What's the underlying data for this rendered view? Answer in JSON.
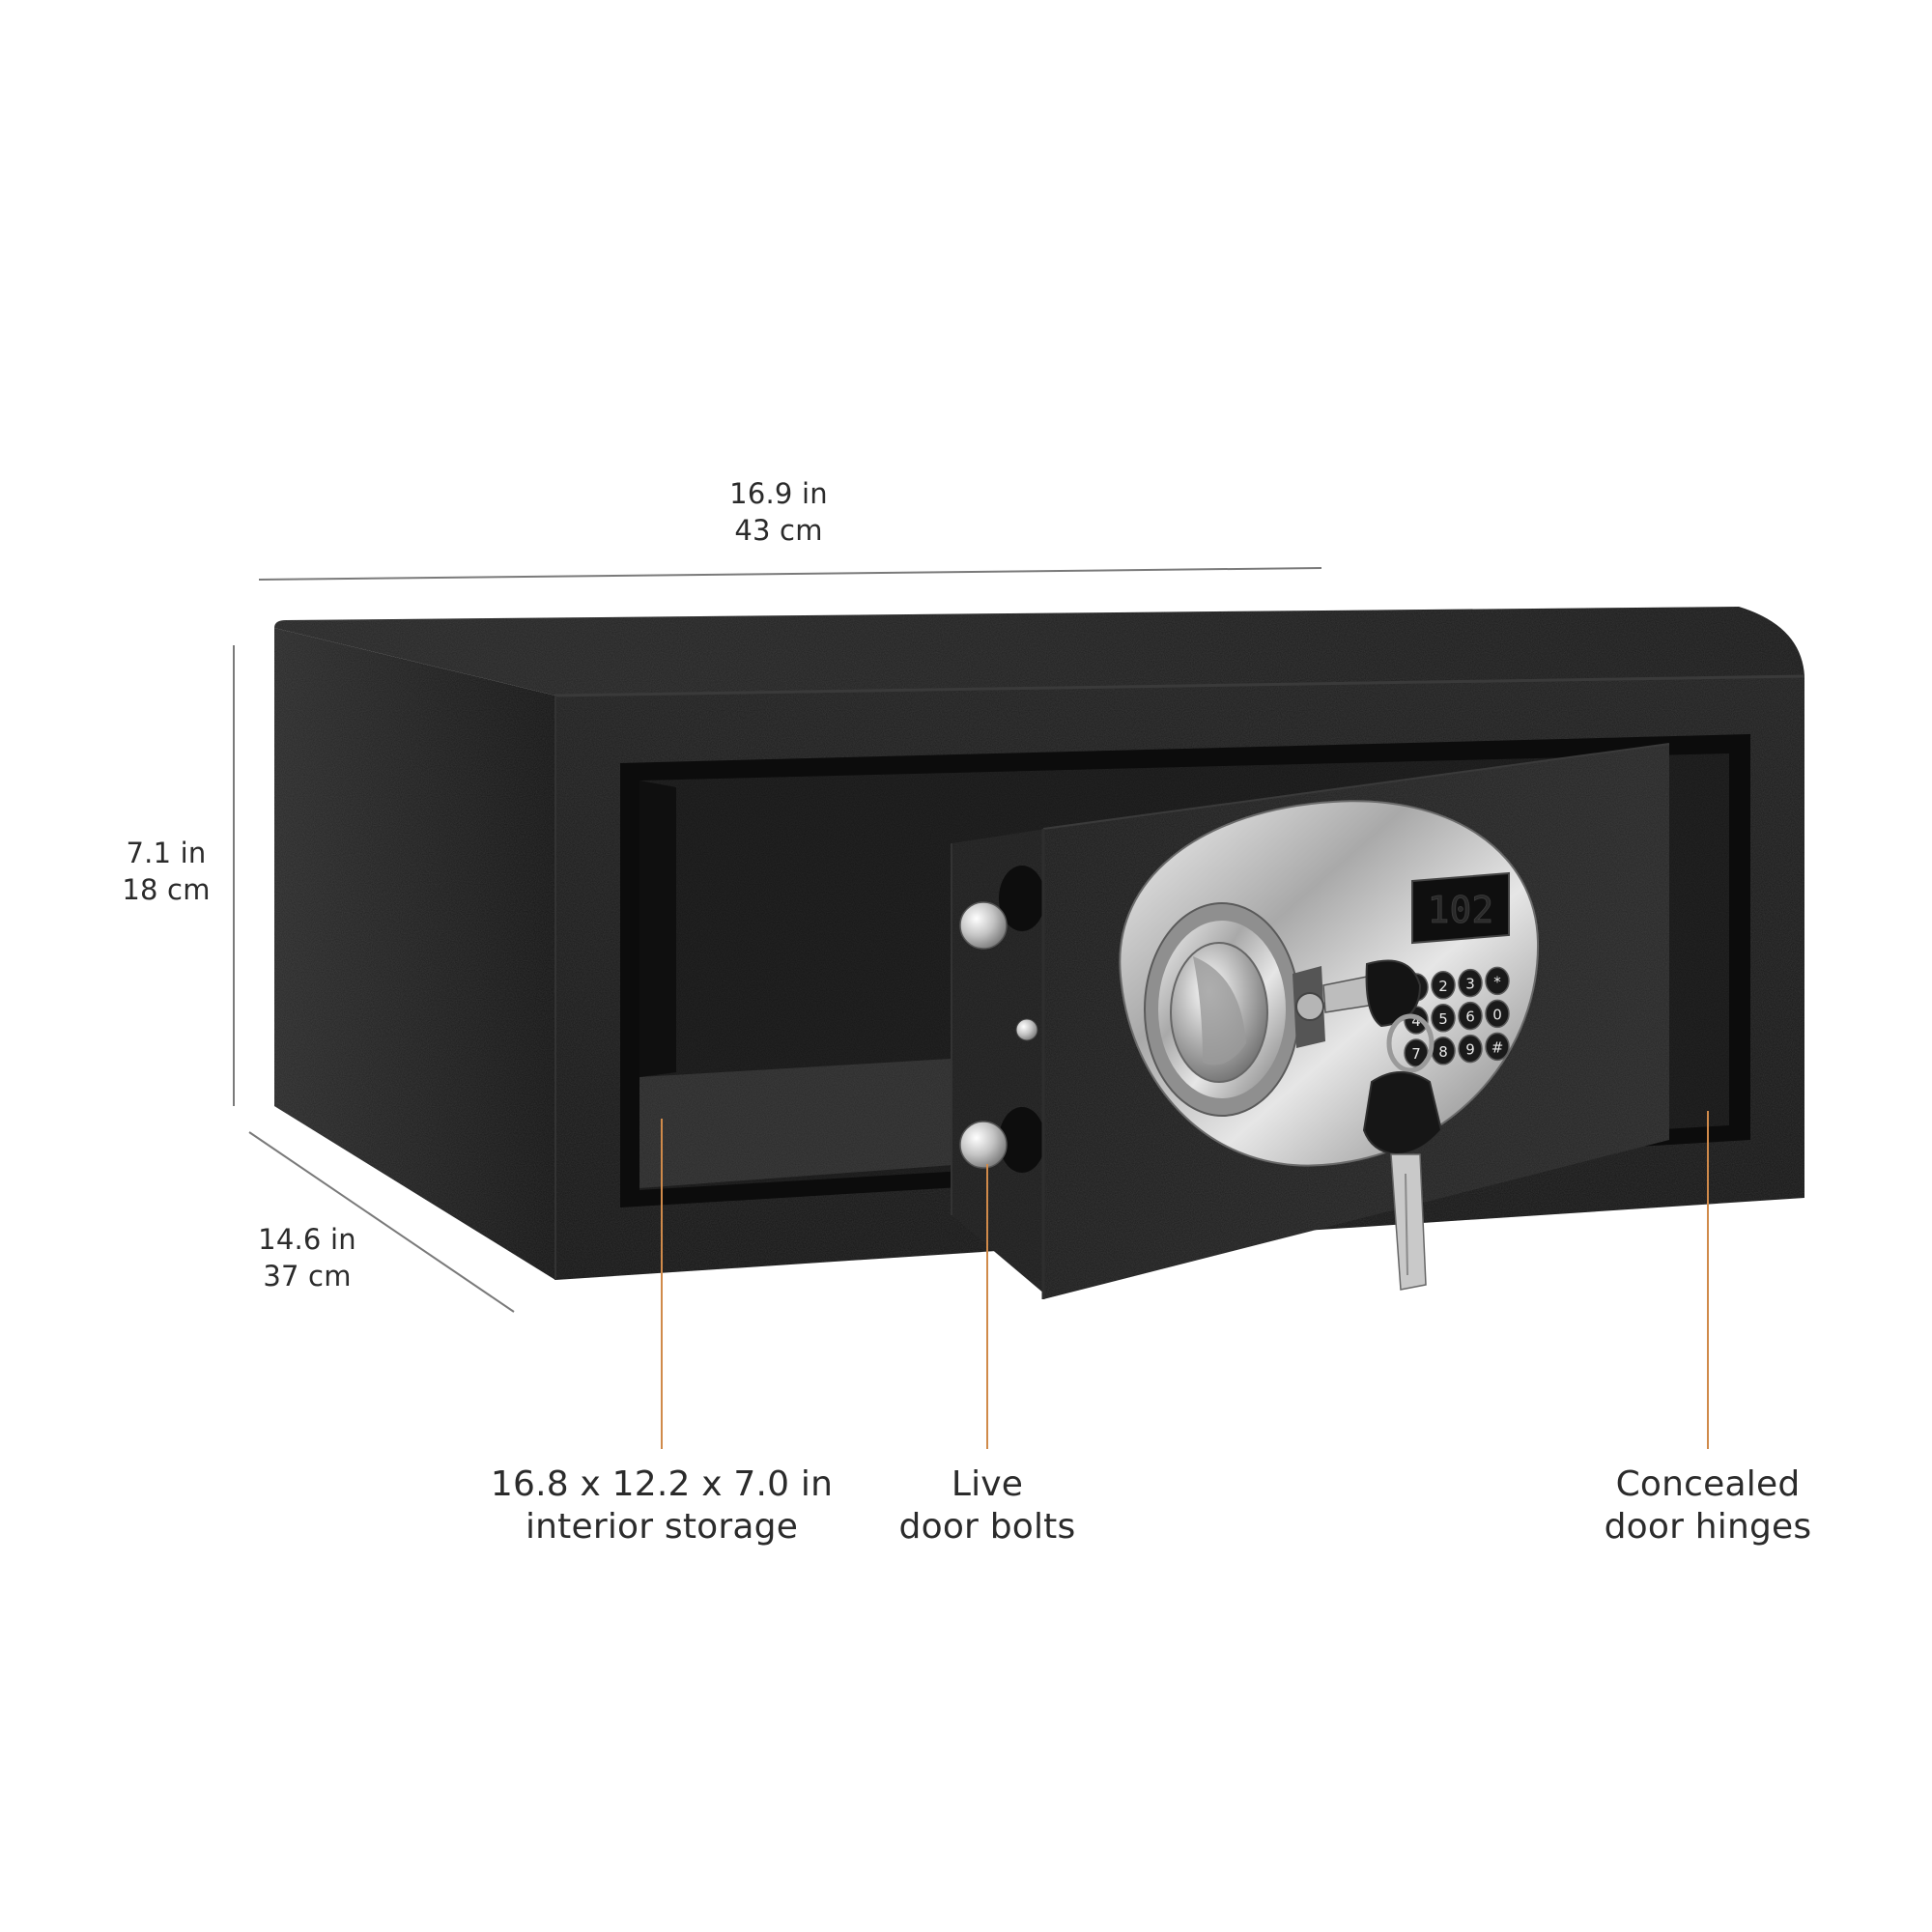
{
  "dimensions": {
    "width": {
      "imperial": "16.9 in",
      "metric": "43 cm"
    },
    "height": {
      "imperial": "7.1 in",
      "metric": "18 cm"
    },
    "depth": {
      "imperial": "14.6 in",
      "metric": "37 cm"
    }
  },
  "callouts": [
    {
      "line1": "16.8 x 12.2 x 7.0 in",
      "line2": "interior storage"
    },
    {
      "line1": "Live",
      "line2": "door bolts"
    },
    {
      "line1": "Concealed",
      "line2": "door hinges"
    }
  ],
  "keypad": {
    "display": "102",
    "keys": [
      "1",
      "2",
      "3",
      "*",
      "4",
      "5",
      "6",
      "0",
      "7",
      "8",
      "9",
      "#"
    ]
  },
  "colors": {
    "safe_body": "#1b1b1b",
    "callout_line": "#d08a4a",
    "dimension_line": "#7a7a7a",
    "text": "#2b2b2b",
    "chrome": "#c8c8c8"
  },
  "icons": [
    "safe-icon",
    "key-icon",
    "keypad-icon"
  ]
}
